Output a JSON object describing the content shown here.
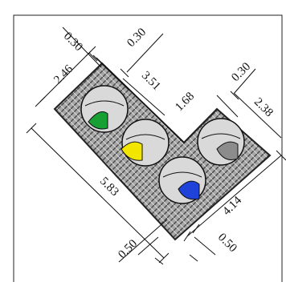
{
  "title": "",
  "dimensions": {
    "top_left_clearance": "0.30",
    "top_right_clearance": "0.30",
    "left_side": "2.46",
    "upper_edge": "3.51",
    "notch_edge": "1.68",
    "right_clearance": "0.30",
    "right_side": "2.38",
    "bottom_right_side": "4.14",
    "long_side": "5.83",
    "bottom_left_clearance": "0.50",
    "bottom_right_clearance": "0.50"
  },
  "lamps": [
    {
      "name": "green",
      "color": "#19a035"
    },
    {
      "name": "yellow",
      "color": "#f2e600"
    },
    {
      "name": "blue",
      "color": "#1f43d8"
    },
    {
      "name": "gray",
      "color": "#8c8c8c"
    }
  ],
  "colors": {
    "housing": "#9a9a9a",
    "housing_outline": "#222222",
    "lamp_body": "#d9d9d9",
    "frame": "#222222"
  }
}
